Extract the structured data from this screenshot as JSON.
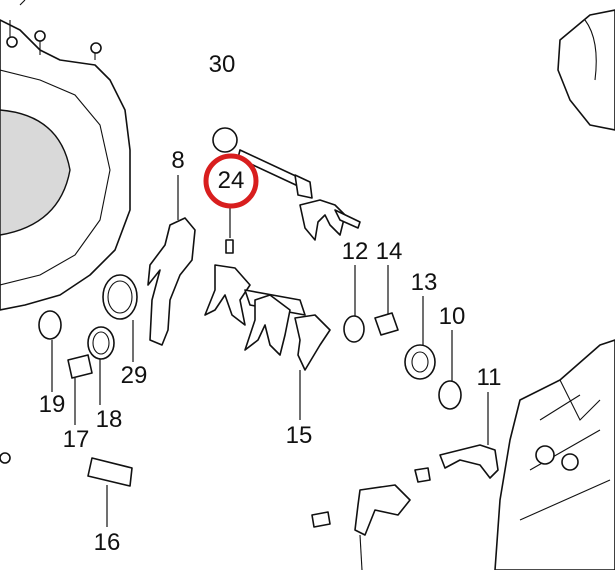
{
  "diagram": {
    "highlight_color": "#d81e1e",
    "highlighted_callout": "24",
    "callouts": [
      {
        "id": "30",
        "label": "30"
      },
      {
        "id": "24",
        "label": "24"
      },
      {
        "id": "8",
        "label": "8"
      },
      {
        "id": "12",
        "label": "12"
      },
      {
        "id": "14",
        "label": "14"
      },
      {
        "id": "13",
        "label": "13"
      },
      {
        "id": "10",
        "label": "10"
      },
      {
        "id": "11",
        "label": "11"
      },
      {
        "id": "19",
        "label": "19"
      },
      {
        "id": "29",
        "label": "29"
      },
      {
        "id": "18",
        "label": "18"
      },
      {
        "id": "17",
        "label": "17"
      },
      {
        "id": "15",
        "label": "15"
      },
      {
        "id": "16",
        "label": "16"
      }
    ]
  }
}
